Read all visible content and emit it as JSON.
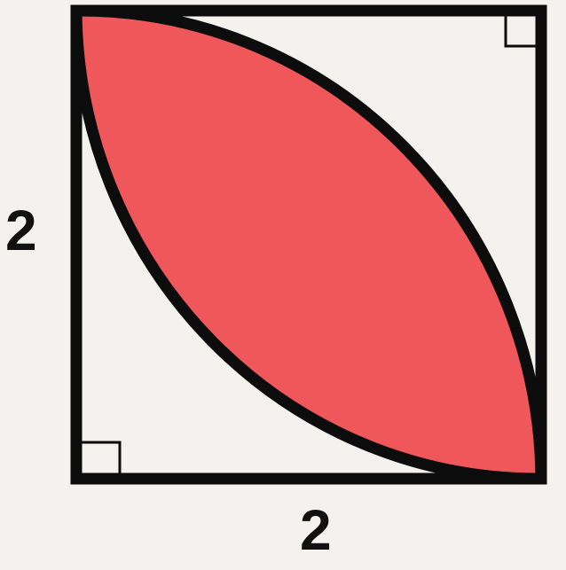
{
  "figure": {
    "side_left_label": "2",
    "side_bottom_label": "2",
    "fill_color": "#f0575a",
    "stroke_color": "#0c0c0c",
    "background_color": "#f4f2ee",
    "right_angle_markers": [
      "top-right",
      "bottom-left"
    ]
  }
}
